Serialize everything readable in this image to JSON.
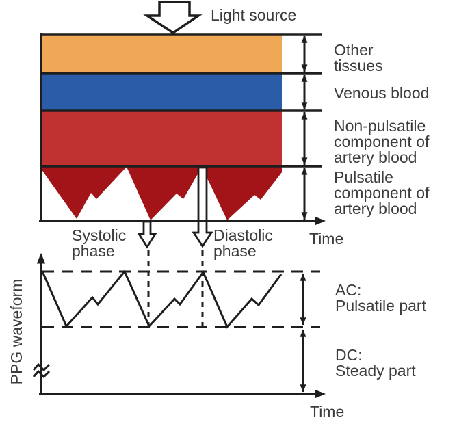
{
  "diagram": {
    "light_source_label": "Light source",
    "layers": [
      {
        "name": "other-tissues",
        "label_lines": [
          "Other",
          "tissues"
        ],
        "color": "#EFA956"
      },
      {
        "name": "venous-blood",
        "label_lines": [
          "Venous blood"
        ],
        "color": "#2B5CA8"
      },
      {
        "name": "non-pulsatile-artery",
        "label_lines": [
          "Non-pulsatile",
          "component of",
          "artery blood"
        ],
        "color": "#BF3231"
      },
      {
        "name": "pulsatile-artery",
        "label_lines": [
          "Pulsatile",
          "component of",
          "artery blood"
        ],
        "color": "#A31418"
      }
    ],
    "upper_chart": {
      "time_label": "Time",
      "systolic_lines": [
        "Systolic",
        "phase"
      ],
      "diastolic_lines": [
        "Diastolic",
        "phase"
      ]
    },
    "lower_chart": {
      "y_axis_label": "PPG waveform",
      "time_label": "Time",
      "ac_lines": [
        "AC:",
        "Pulsatile part"
      ],
      "dc_lines": [
        "DC:",
        "Steady part"
      ]
    },
    "colors": {
      "line": "#1e1e1e",
      "text": "#3c3c3c",
      "background": "#ffffff"
    }
  }
}
